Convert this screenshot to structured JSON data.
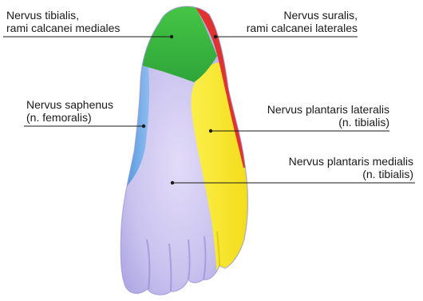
{
  "labels": {
    "tibialis": {
      "line1": "Nervus tibialis,",
      "line2": "rami calcanei mediales"
    },
    "suralis": {
      "line1": "Nervus suralis,",
      "line2": "rami calcanei laterales"
    },
    "saphenus": {
      "line1": "Nervus saphenus",
      "line2": "(n. femoralis)"
    },
    "plantaris_lateralis": {
      "line1": "Nervus plantaris lateralis",
      "line2": "(n. tibialis)"
    },
    "plantaris_medialis": {
      "line1": "Nervus plantaris medialis",
      "line2": "(n. tibialis)"
    }
  },
  "colors": {
    "tibialis_region": "#3cb93c",
    "suralis_region": "#e0322f",
    "saphenus_region": "#4a9be0",
    "plantaris_lateralis_region": "#f4e417",
    "plantaris_medialis_region": "#c9c2ee",
    "leader_line": "#1a1a1a"
  }
}
